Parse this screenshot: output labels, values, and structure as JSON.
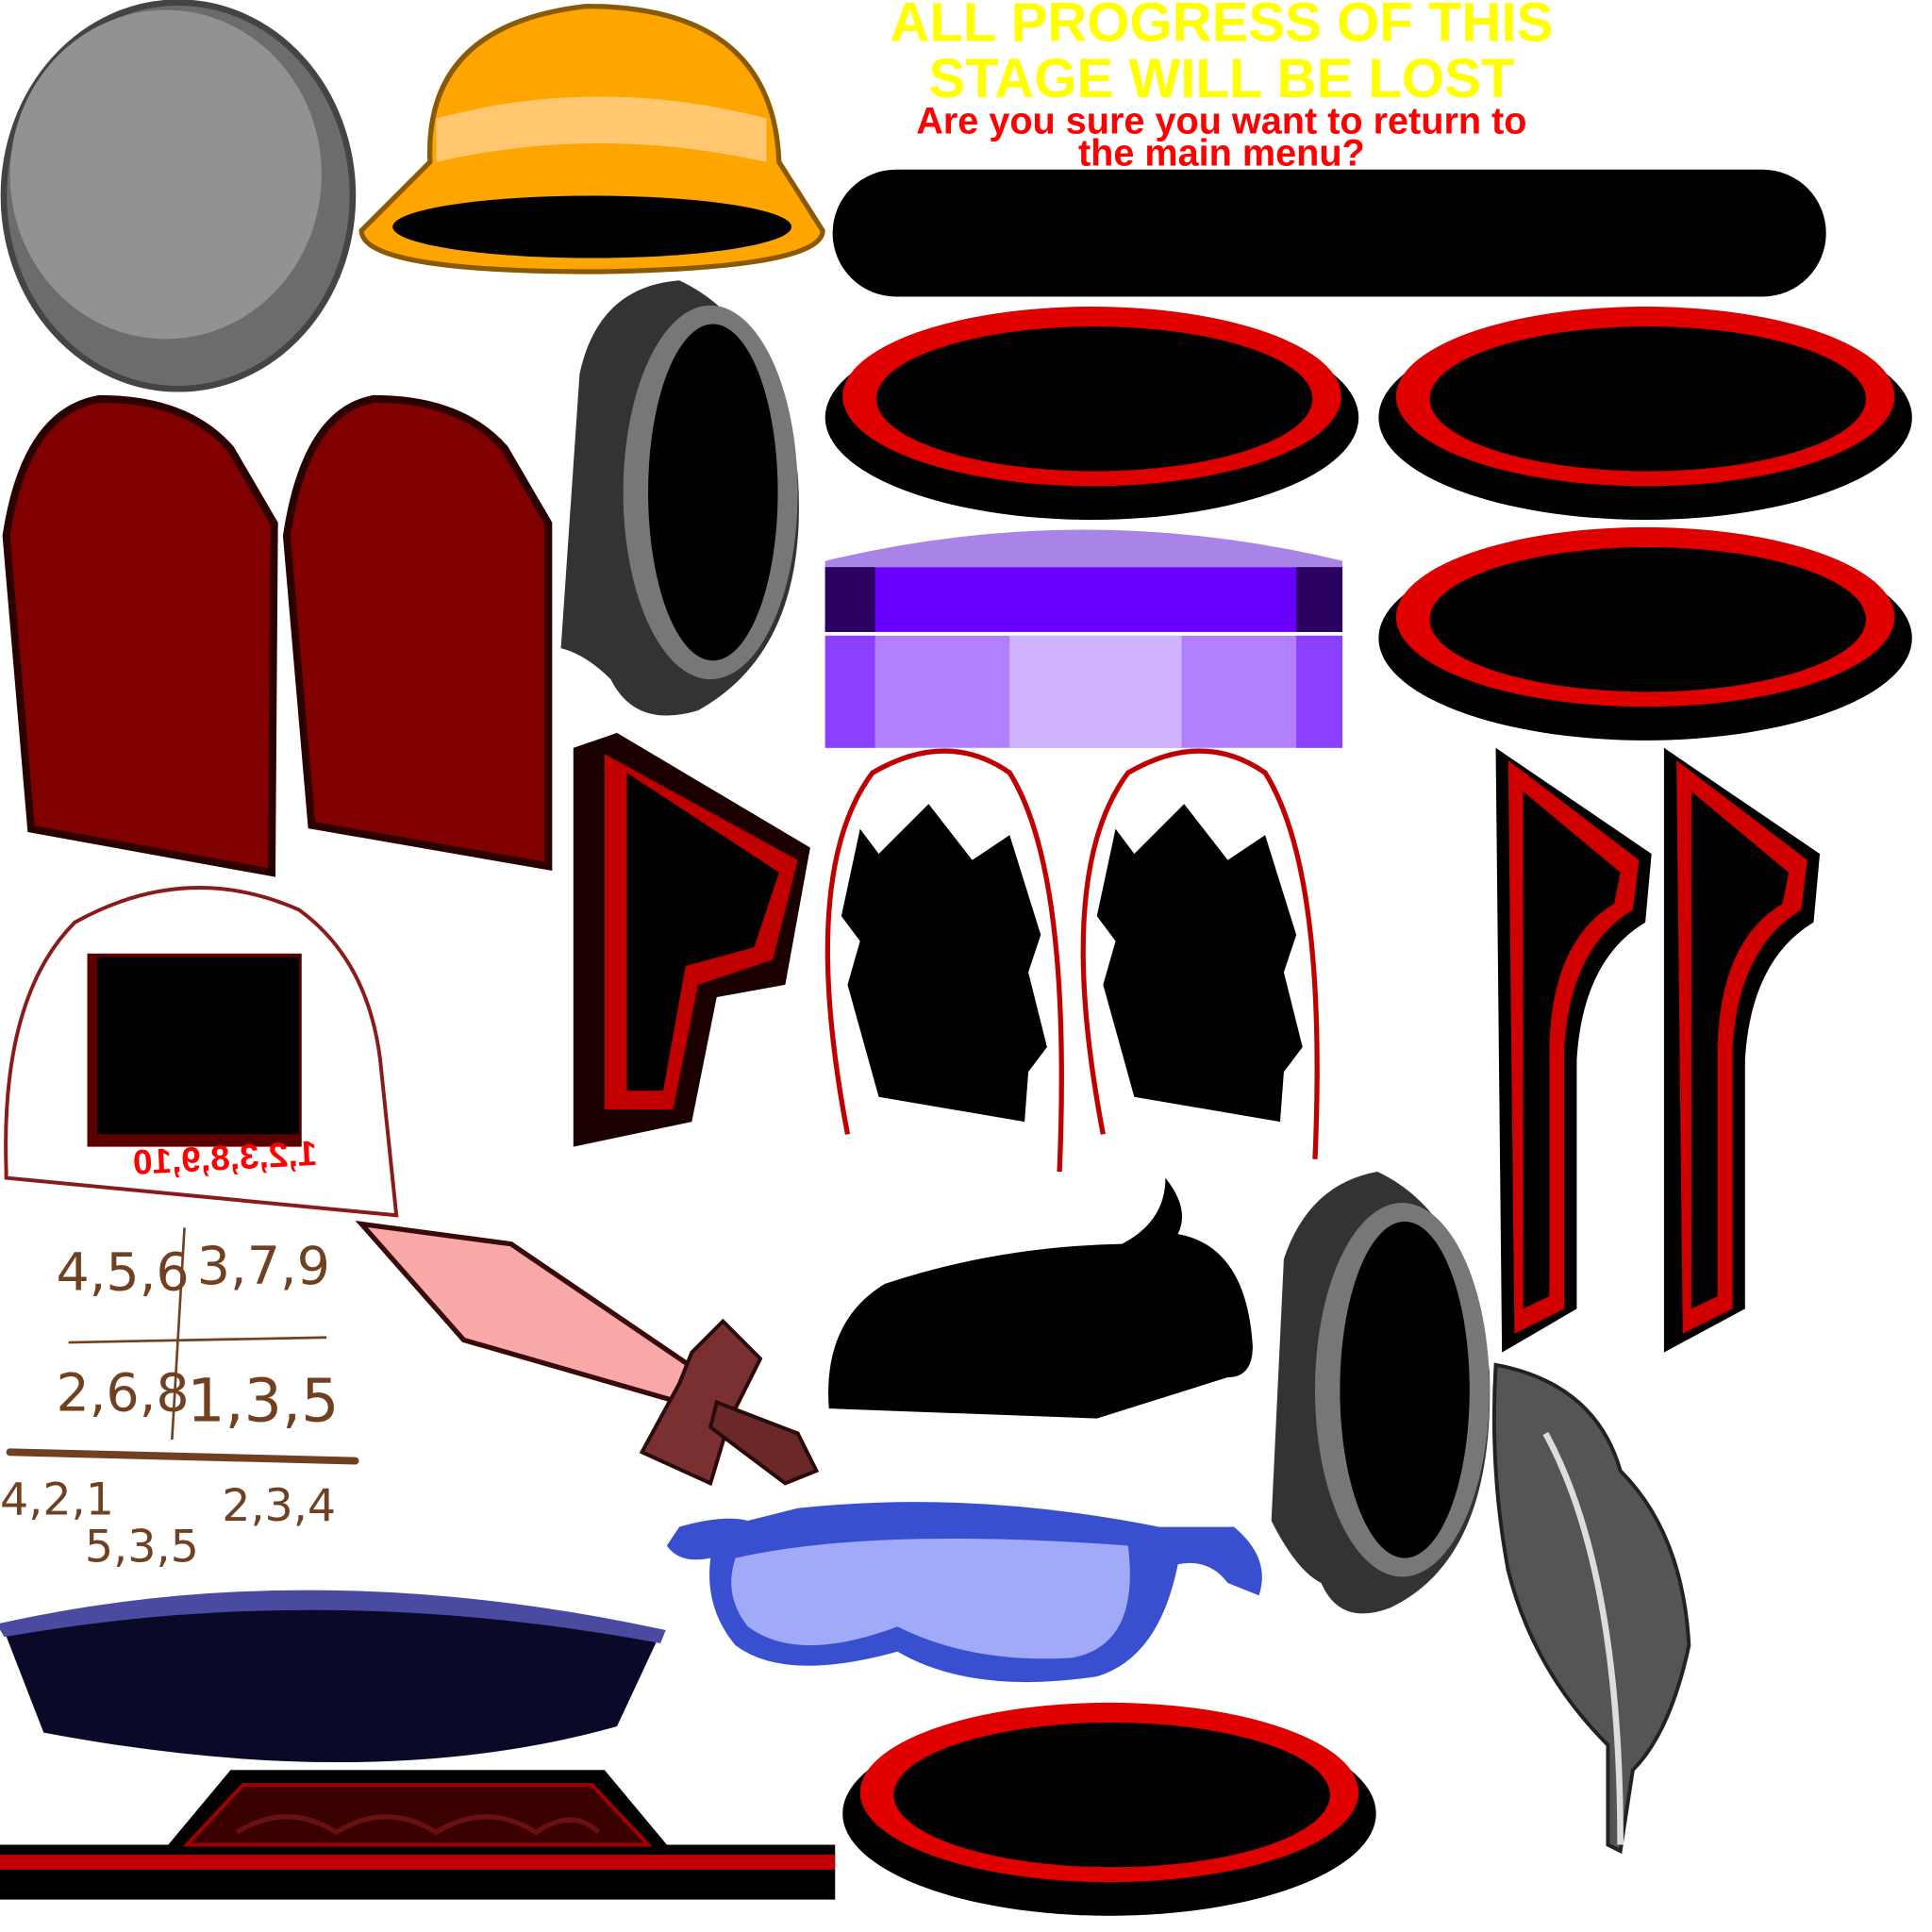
{
  "warning": {
    "title_line1": "ALL PROGRESS OF THIS",
    "title_line2": "STAGE WILL BE LOST",
    "question_line1": "Are you sure you want to return to",
    "question_line2": "the main menu?"
  },
  "mirrored_label": "1,2,3,8,9,10",
  "notes": {
    "grid": [
      "4,5,6",
      "3,7,9",
      "2,6,8",
      "1,3,5"
    ],
    "bottom": [
      "4,2,1",
      "2,3,4",
      "5,3,5"
    ]
  },
  "colors": {
    "title": "#ffff00",
    "question": "#ff0000",
    "dark_red": "#800000",
    "red_rim": "#e00000",
    "notes": "#704020",
    "purple": "#6a00ff",
    "goggles": "#a0aaf8"
  }
}
